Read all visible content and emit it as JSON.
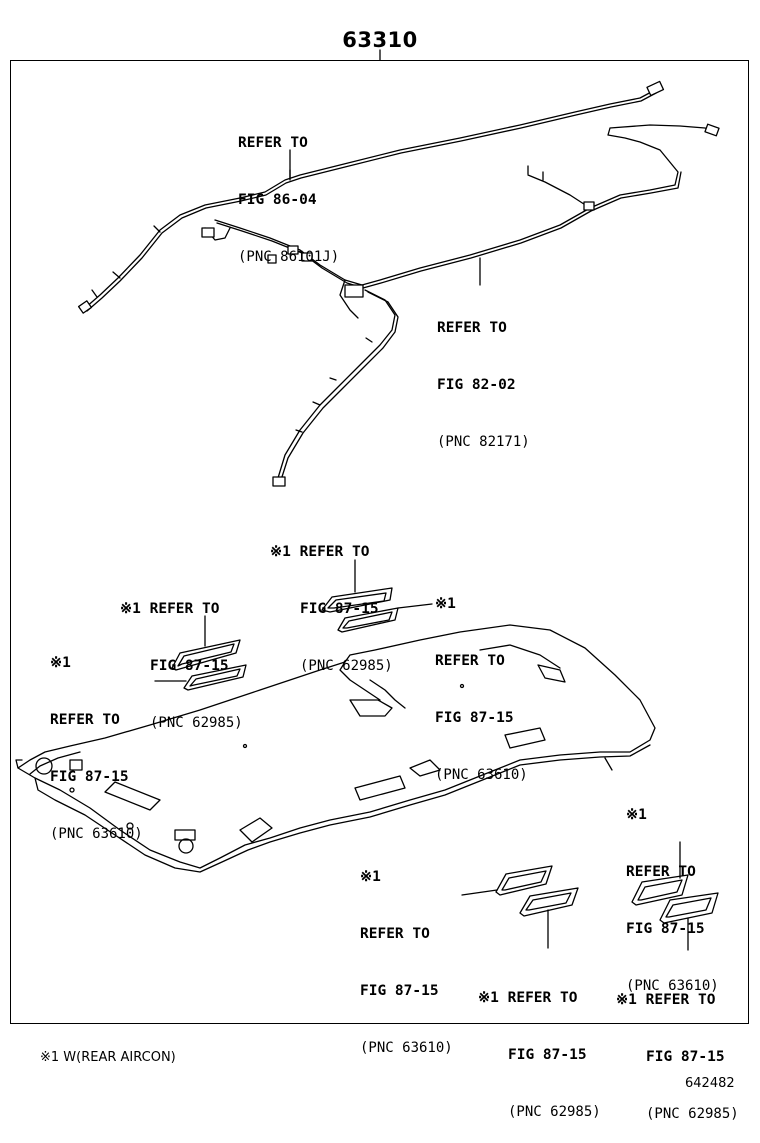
{
  "assembly_number": "63310",
  "footnote": "※1 W(REAR AIRCON)",
  "figure_id": "642482",
  "callouts": {
    "harness_86": {
      "line1": "REFER TO",
      "line2": "FIG 86-04",
      "line3": "(PNC 86101J)"
    },
    "harness_82": {
      "line1": "REFER TO",
      "line2": "FIG 82-02",
      "line3": "(PNC 82171)"
    },
    "top_62985": {
      "line1": "※1 REFER TO",
      "line2": "FIG 87-15",
      "line3": "(PNC 62985)"
    },
    "top_63610": {
      "line1": "※1",
      "line2": "REFER TO",
      "line3": "FIG 87-15",
      "line4": "(PNC 63610)"
    },
    "left_62985": {
      "line1": "※1 REFER TO",
      "line2": "FIG 87-15",
      "line3": "(PNC 62985)"
    },
    "left_63610": {
      "line1": "※1",
      "line2": "REFER TO",
      "line3": "FIG 87-15",
      "line4": "(PNC 63610)"
    },
    "right_63610": {
      "line1": "※1",
      "line2": "REFER TO",
      "line3": "FIG 87-15",
      "line4": "(PNC 63610)"
    },
    "mid_63610": {
      "line1": "※1",
      "line2": "REFER TO",
      "line3": "FIG 87-15",
      "line4": "(PNC 63610)"
    },
    "bot_62985_a": {
      "line1": "※1 REFER TO",
      "line2": "FIG 87-15",
      "line3": "(PNC 62985)"
    },
    "bot_62985_b": {
      "line1": "※1 REFER TO",
      "line2": "FIG 87-15",
      "line3": "(PNC 62985)"
    }
  }
}
